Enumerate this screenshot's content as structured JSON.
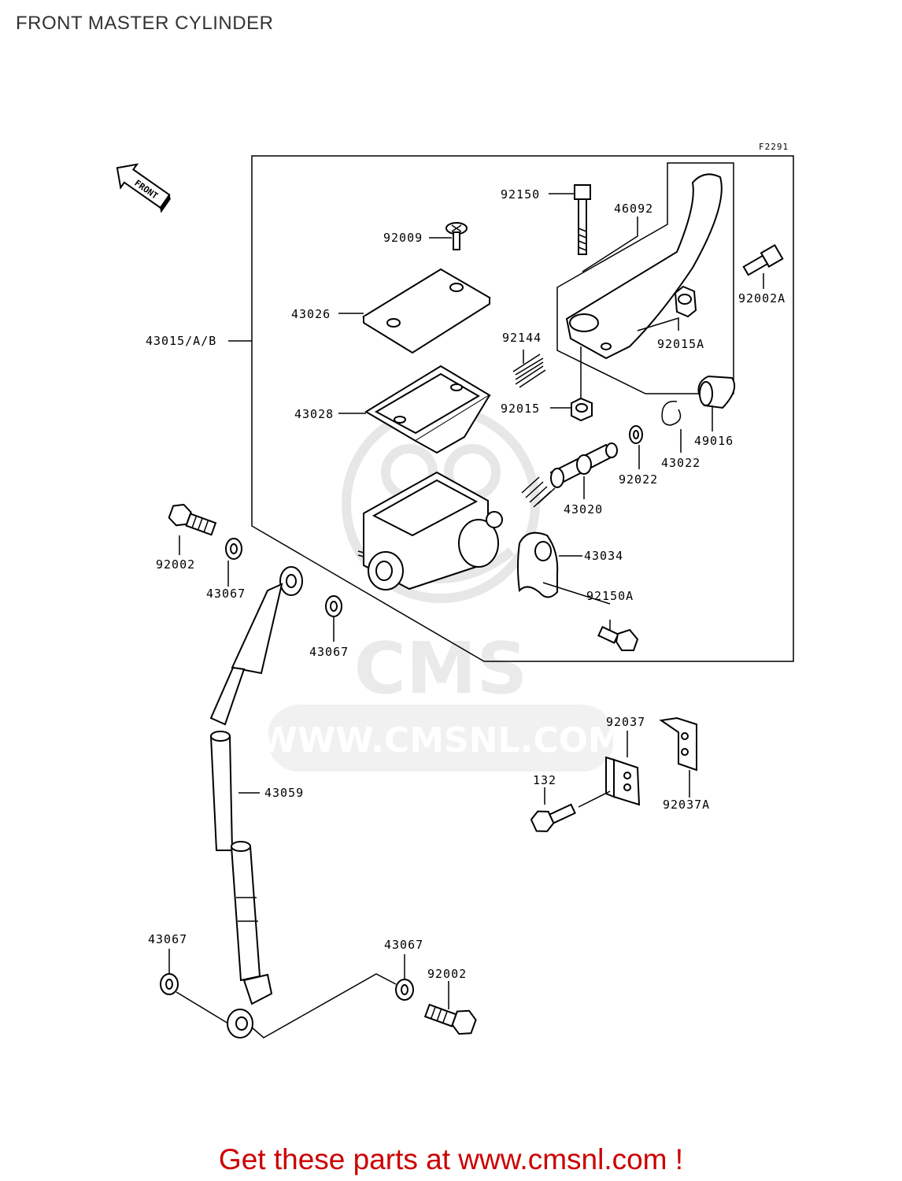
{
  "title": "FRONT MASTER CYLINDER",
  "figure_code": "F2291",
  "front_arrow_label": "FRONT",
  "watermark": {
    "brand": "CMS",
    "url": "WWW.CMSNL.COM"
  },
  "part_labels": {
    "p92150": "92150",
    "p46092": "46092",
    "p92009": "92009",
    "p92002A": "92002A",
    "p43026": "43026",
    "p43015": "43015/A/B",
    "p92144": "92144",
    "p92015A": "92015A",
    "p43028": "43028",
    "p92015": "92015",
    "p49016": "49016",
    "p43022": "43022",
    "p92022": "92022",
    "p43020": "43020",
    "p43034": "43034",
    "p92002_top": "92002",
    "p43067_left": "43067",
    "p92150A": "92150A",
    "p43067_mid": "43067",
    "p92037": "92037",
    "p43059": "43059",
    "p132": "132",
    "p92037A": "92037A",
    "p43067_bl": "43067",
    "p43067_br": "43067",
    "p92002_bottom": "92002"
  },
  "footer": {
    "text": "Get these parts at www.cmsnl.com !",
    "color": "#cc0000"
  }
}
